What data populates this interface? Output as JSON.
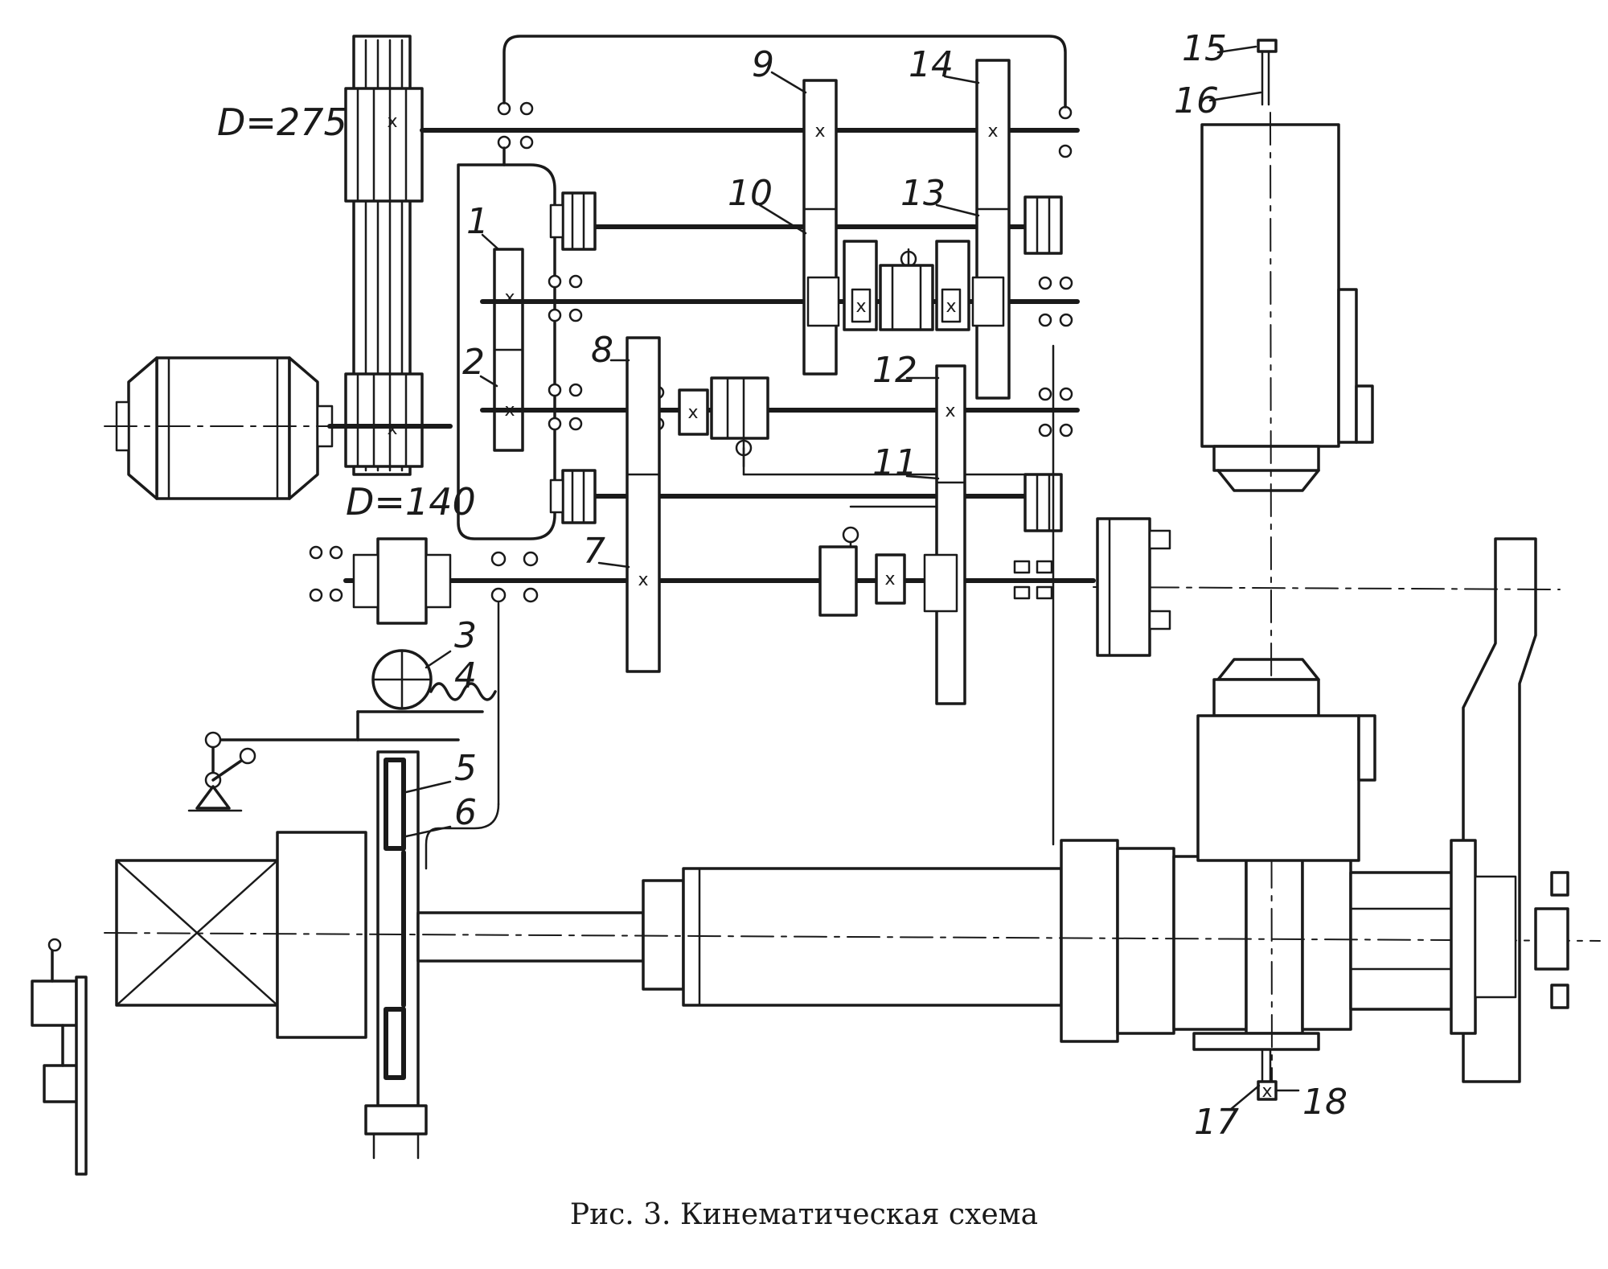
{
  "figure": {
    "caption": "Рис. 3. Кинематическая схема"
  },
  "dimensions": {
    "pulley_large": "D=275",
    "pulley_small": "D=140"
  },
  "labels": {
    "n1": "1",
    "n2": "2",
    "n3": "3",
    "n4": "4",
    "n5": "5",
    "n6": "6",
    "n7": "7",
    "n8": "8",
    "n9": "9",
    "n10": "10",
    "n11": "11",
    "n12": "12",
    "n13": "13",
    "n14": "14",
    "n15": "15",
    "n16": "16",
    "n17": "17",
    "n18": "18"
  },
  "marks": {
    "gear_cross": "x"
  }
}
